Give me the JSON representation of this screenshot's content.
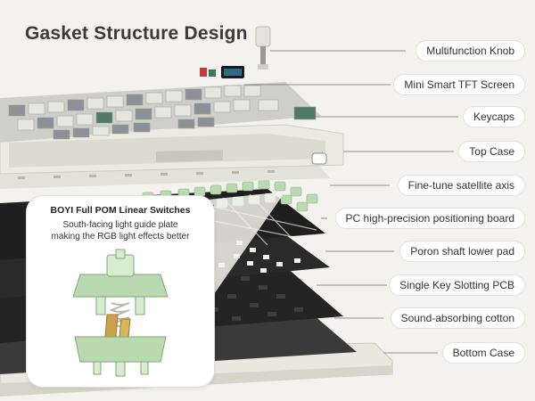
{
  "title": "Gasket Structure Design",
  "labels": [
    {
      "id": "knob",
      "text": "Multifunction Knob"
    },
    {
      "id": "screen",
      "text": "Mini Smart TFT Screen"
    },
    {
      "id": "keycaps",
      "text": "Keycaps"
    },
    {
      "id": "top-case",
      "text": "Top Case"
    },
    {
      "id": "satellite",
      "text": "Fine-tune satellite axis"
    },
    {
      "id": "pc-board",
      "text": "PC high-precision positioning board"
    },
    {
      "id": "poron",
      "text": "Poron shaft lower pad"
    },
    {
      "id": "pcb",
      "text": "Single Key Slotting PCB"
    },
    {
      "id": "cotton",
      "text": "Sound-absorbing cotton"
    },
    {
      "id": "bottom",
      "text": "Bottom Case"
    }
  ],
  "callout": {
    "title": "BOYI Full POM Linear Switches",
    "subtitle_line1": "South-facing light guide plate",
    "subtitle_line2": "making the RGB light effects better"
  },
  "colors": {
    "background": "#f3f2ef",
    "case": "#e9e8df",
    "keycap_light": "#e6e6e0",
    "keycap_gray": "#8d9095",
    "keycap_green": "#4e7a67",
    "switch_green": "#b9d9b0",
    "plate": "#2b2b2b",
    "pcb": "#232323",
    "cotton": "#3a3a3a"
  }
}
